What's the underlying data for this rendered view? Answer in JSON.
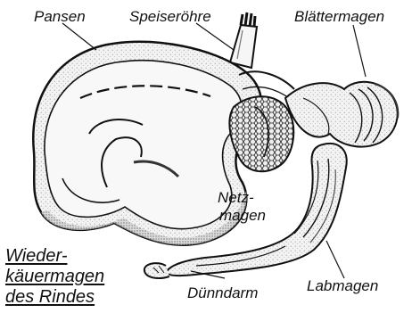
{
  "labels": {
    "pansen": "Pansen",
    "speiseroehre": "Speiseröhre",
    "blaettermagen": "Blättermagen",
    "netzmagen_1": "Netz-",
    "netzmagen_2": "magen",
    "labmagen": "Labmagen",
    "duenndarm": "Dünndarm"
  },
  "title_lines": [
    "Wieder-",
    "käuermagen",
    "des Rindes"
  ],
  "colors": {
    "ink": "#111111",
    "tissue": "#f1f1f1",
    "shade": "#bdbdbd"
  }
}
